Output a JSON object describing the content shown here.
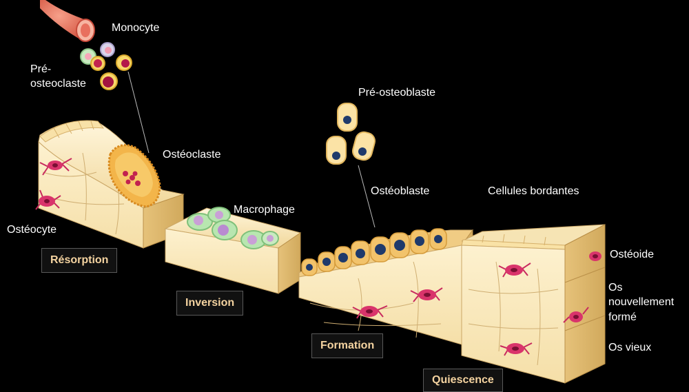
{
  "labels": {
    "monocyte": "Monocyte",
    "pre_osteoclaste_1": "Pré-",
    "pre_osteoclaste_2": "osteoclaste",
    "osteoclaste": "Ostéoclaste",
    "osteocyte": "Ostéocyte",
    "macrophage": "Macrophage",
    "pre_osteoblaste": "Pré-osteoblaste",
    "osteoblaste": "Ostéoblaste",
    "cellules_bordantes": "Cellules bordantes",
    "osteoide": "Ostéoide",
    "os_nouveau_1": "Os",
    "os_nouveau_2": "nouvellement",
    "os_nouveau_3": "formé",
    "os_vieux": "Os vieux"
  },
  "stages": {
    "resorption": "Résorption",
    "inversion": "Inversion",
    "formation": "Formation",
    "quiescence": "Quiescence"
  },
  "colors": {
    "background": "#000000",
    "bone": "#fbeec8",
    "bone_dark": "#d9b46a",
    "osteocyte": "#d9346b",
    "osteoblast": "#f2c36b",
    "nucleus": "#1f3a6b",
    "osteoclast": "#f3b54a",
    "macrophage": "#b8e6b0",
    "stage_text": "#f4d3a0"
  }
}
